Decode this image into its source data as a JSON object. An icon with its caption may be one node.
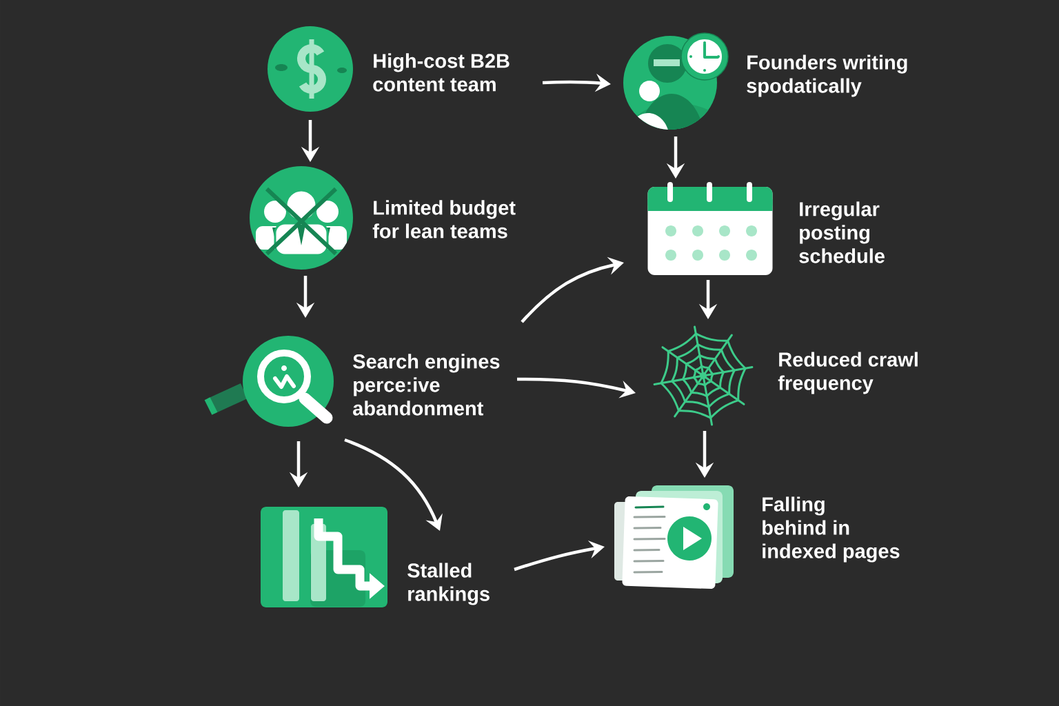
{
  "diagram": {
    "nodes": [
      {
        "text": [
          "High-cost B2B content team"
        ]
      },
      {
        "text": [
          "Founders writing spodatically"
        ]
      },
      {
        "text": [
          "Limited budget for lean teams"
        ]
      },
      {
        "text": [
          "Irregular posting schedule"
        ]
      },
      {
        "text": [
          "Search engines perce:ive abandonment"
        ]
      },
      {
        "text": [
          "Reduced crawl frequency"
        ]
      },
      {
        "text": [
          "Stalled rankings"
        ]
      },
      {
        "text": [
          "Falling behind in indexed pages"
        ]
      }
    ],
    "edges": [
      {
        "from": 0,
        "to": 1,
        "arrow": "to"
      },
      {
        "from": 0,
        "to": 2,
        "arrow": "to"
      },
      {
        "from": 1,
        "to": 3,
        "arrow": "to"
      },
      {
        "from": 2,
        "to": 4,
        "arrow": "to"
      },
      {
        "from": 3,
        "to": 5,
        "arrow": "to"
      },
      {
        "from": 4,
        "to": 3,
        "arrow": "to"
      },
      {
        "from": 4,
        "to": 5,
        "arrow": "to"
      },
      {
        "from": 4,
        "to": 6,
        "arrow": "to"
      },
      {
        "from": 4,
        "to": 6,
        "arrow": "to"
      },
      {
        "from": 5,
        "to": 7,
        "arrow": "to"
      },
      {
        "from": 6,
        "to": 7,
        "arrow": "to"
      }
    ]
  }
}
